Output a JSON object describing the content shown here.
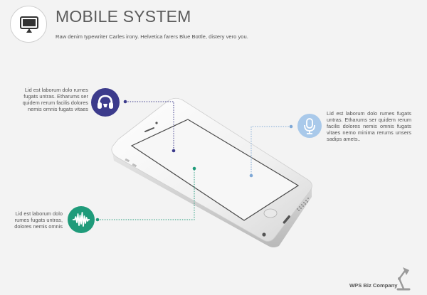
{
  "header": {
    "title": "MOBILE SYSTEM",
    "subtitle": "Raw denim typewriter Carles irony. Helvetica farers Blue Bottle, distery vero you."
  },
  "callouts": {
    "top_left": {
      "text": "Lid est laborum dolo rumes fugats untras. Etharums ser quidem rerum facilis dolores nemis omnis fugats vitaes",
      "icon": "headset-icon",
      "color": "#3c3b8c"
    },
    "right": {
      "text": "Lid est laborum dolo rumes fugats untras. Etharums ser quidem rerum facilis dolores nemis omnis fugats vitaes nemo minima rerums unsers sadips amets..",
      "icon": "microphone-icon",
      "color": "#a9c9ea"
    },
    "bottom_left": {
      "text": "Lid est laborum dolo rumes fugats untras, dolores nemis omnis",
      "icon": "sound-wave-icon",
      "color": "#1f9b7a"
    }
  },
  "footer": {
    "company": "WPS Biz Company",
    "icon": "desk-lamp-icon"
  },
  "header_icon": "monitor-icon"
}
